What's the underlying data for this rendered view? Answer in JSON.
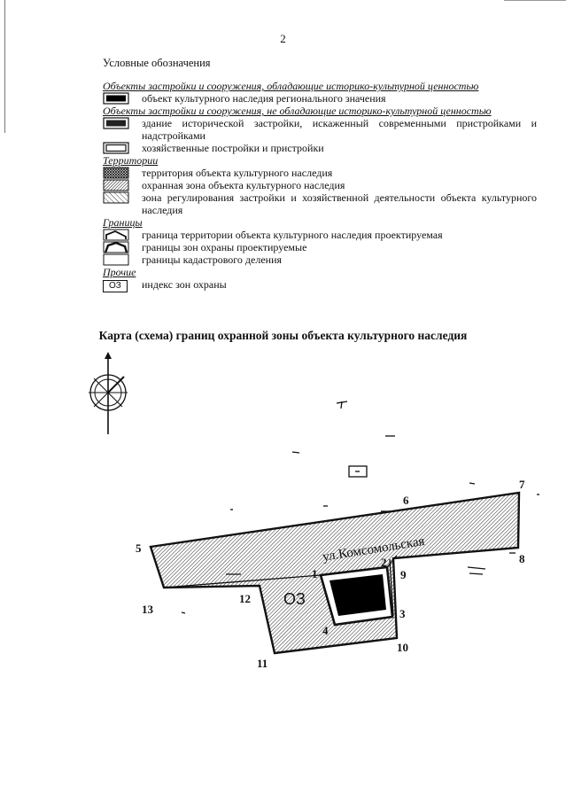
{
  "page_number": "2",
  "legend": {
    "title": "Условные обозначения",
    "section_valuable": "Объекты застройки и сооружения, обладающие историко-культурной ценностью",
    "item_regional_object": "объект культурного наследия регионального значения",
    "section_non_valuable": "Объекты застройки и сооружения, не обладающие историко-культурной ценностью",
    "item_distorted_building": "здание исторической застройки, искаженный современными пристройками и надстройками",
    "item_outbuildings": "хозяйственные постройки и пристройки",
    "section_territories": "Территории",
    "item_object_territory": "территория объекта культурного наследия",
    "item_protection_zone": "охранная зона объекта культурного наследия",
    "item_regulation_zone": "зона регулирования застройки и хозяйственной деятельности объекта культурного наследия",
    "section_borders": "Границы",
    "item_territory_border": "граница территории объекта культурного наследия проектируемая",
    "item_zone_borders": "границы зон охраны проектируемые",
    "item_cadastral": "границы кадастрового деления",
    "section_other": "Прочие",
    "oz_code": "ОЗ",
    "item_zone_index": "индекс зон охраны"
  },
  "map": {
    "title": "Карта (схема) границ охранной зоны объекта культурного наследия",
    "street_label": "ул.Комсомольская",
    "zone_label": "ОЗ",
    "point_labels": [
      "1",
      "2",
      "3",
      "4",
      "5",
      "6",
      "7",
      "8",
      "9",
      "10",
      "11",
      "12",
      "13"
    ],
    "colors": {
      "ink": "#111111",
      "building": "#000000",
      "paper": "#ffffff"
    }
  }
}
